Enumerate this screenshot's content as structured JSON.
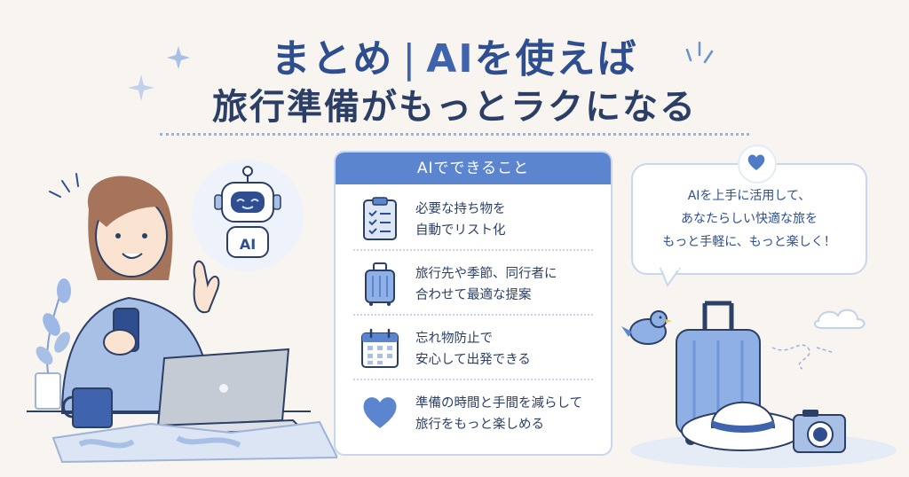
{
  "title": {
    "part1": "まとめ",
    "separator": "|",
    "ai": "AI",
    "part2": "を使えば",
    "line2": "旅行準備がもっとラクになる"
  },
  "card": {
    "header": "AIでできること",
    "items": [
      {
        "icon": "clipboard-checklist-icon",
        "text": "必要な持ち物を\n自動でリスト化"
      },
      {
        "icon": "suitcase-icon",
        "text": "旅行先や季節、同行者に\n合わせて最適な提案"
      },
      {
        "icon": "calendar-icon",
        "text": "忘れ物防止で\n安心して出発できる"
      },
      {
        "icon": "heart-icon",
        "text": "準備の時間と手間を減らして\n旅行をもっと楽しめる"
      }
    ]
  },
  "ai_robot": {
    "label": "AI"
  },
  "bubble": {
    "text": "AIを上手に活用して、\nあなたらしい快適な旅を\nもっと手軽に、もっと楽しく！"
  },
  "colors": {
    "accent": "#5b86cf",
    "title": "#2f4e8f",
    "background": "#f8f5f0",
    "light_blue": "#a9c0e6"
  }
}
